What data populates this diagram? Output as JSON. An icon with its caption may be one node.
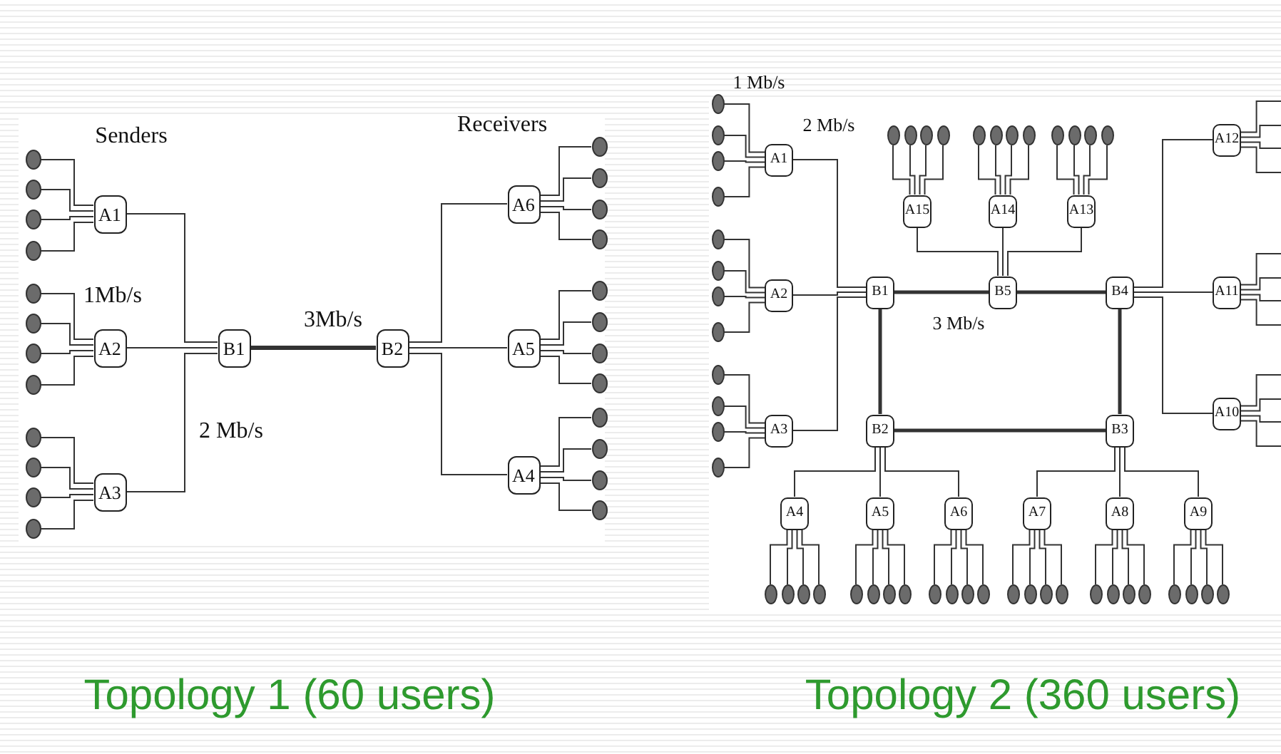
{
  "diagram": {
    "nodes": [
      {
        "text": [
          "A1"
        ]
      },
      {
        "text": [
          "A2"
        ]
      },
      {
        "text": [
          "A3"
        ]
      },
      {
        "text": [
          "B1"
        ]
      },
      {
        "text": [
          "B2"
        ]
      },
      {
        "text": [
          "A6"
        ]
      },
      {
        "text": [
          "A5"
        ]
      },
      {
        "text": [
          "A4"
        ]
      },
      {
        "text": [],
        "shape": "circle"
      },
      {
        "text": [],
        "shape": "circle"
      },
      {
        "text": [],
        "shape": "circle"
      },
      {
        "text": [],
        "shape": "circle"
      },
      {
        "text": [],
        "shape": "circle"
      },
      {
        "text": [],
        "shape": "circle"
      },
      {
        "text": [],
        "shape": "circle"
      },
      {
        "text": [],
        "shape": "circle"
      },
      {
        "text": [],
        "shape": "circle"
      },
      {
        "text": [],
        "shape": "circle"
      },
      {
        "text": [],
        "shape": "circle"
      },
      {
        "text": [],
        "shape": "circle"
      },
      {
        "text": [],
        "shape": "circle"
      },
      {
        "text": [],
        "shape": "circle"
      },
      {
        "text": [],
        "shape": "circle"
      },
      {
        "text": [],
        "shape": "circle"
      },
      {
        "text": [],
        "shape": "circle"
      },
      {
        "text": [],
        "shape": "circle"
      },
      {
        "text": [],
        "shape": "circle"
      },
      {
        "text": [],
        "shape": "circle"
      },
      {
        "text": [],
        "shape": "circle"
      },
      {
        "text": [],
        "shape": "circle"
      },
      {
        "text": [],
        "shape": "circle"
      },
      {
        "text": [],
        "shape": "circle"
      },
      {
        "text": [
          "A1"
        ]
      },
      {
        "text": [
          "A2"
        ]
      },
      {
        "text": [
          "A3"
        ]
      },
      {
        "text": [
          "B1"
        ]
      },
      {
        "text": [
          "B5"
        ]
      },
      {
        "text": [
          "B4"
        ]
      },
      {
        "text": [
          "A15"
        ]
      },
      {
        "text": [
          "A14"
        ]
      },
      {
        "text": [
          "A13"
        ]
      },
      {
        "text": [
          "A12"
        ]
      },
      {
        "text": [
          "A11"
        ]
      },
      {
        "text": [
          "A10"
        ]
      },
      {
        "text": [
          "B2"
        ]
      },
      {
        "text": [
          "B3"
        ]
      },
      {
        "text": [
          "A4"
        ]
      },
      {
        "text": [
          "A5"
        ]
      },
      {
        "text": [
          "A6"
        ]
      },
      {
        "text": [
          "A7"
        ]
      },
      {
        "text": [
          "A8"
        ]
      },
      {
        "text": [
          "A9"
        ]
      },
      {
        "text": [],
        "shape": "circle"
      },
      {
        "text": [],
        "shape": "circle"
      },
      {
        "text": [],
        "shape": "circle"
      },
      {
        "text": [],
        "shape": "circle"
      },
      {
        "text": [],
        "shape": "circle"
      },
      {
        "text": [],
        "shape": "circle"
      },
      {
        "text": [],
        "shape": "circle"
      },
      {
        "text": [],
        "shape": "circle"
      },
      {
        "text": [],
        "shape": "circle"
      },
      {
        "text": [],
        "shape": "circle"
      },
      {
        "text": [],
        "shape": "circle"
      },
      {
        "text": [],
        "shape": "circle"
      },
      {
        "text": [],
        "shape": "circle"
      },
      {
        "text": [],
        "shape": "circle"
      },
      {
        "text": [],
        "shape": "circle"
      },
      {
        "text": [],
        "shape": "circle"
      },
      {
        "text": [],
        "shape": "circle"
      },
      {
        "text": [],
        "shape": "circle"
      },
      {
        "text": [],
        "shape": "circle"
      },
      {
        "text": [],
        "shape": "circle"
      },
      {
        "text": [],
        "shape": "circle"
      },
      {
        "text": [],
        "shape": "circle"
      },
      {
        "text": [],
        "shape": "circle"
      },
      {
        "text": [],
        "shape": "circle"
      },
      {
        "text": [],
        "shape": "circle"
      },
      {
        "text": [],
        "shape": "circle"
      },
      {
        "text": [],
        "shape": "circle"
      },
      {
        "text": [],
        "shape": "circle"
      },
      {
        "text": [],
        "shape": "circle"
      },
      {
        "text": [],
        "shape": "circle"
      },
      {
        "text": [],
        "shape": "circle"
      },
      {
        "text": [],
        "shape": "circle"
      },
      {
        "text": [],
        "shape": "circle"
      },
      {
        "text": [],
        "shape": "circle"
      },
      {
        "text": [],
        "shape": "circle"
      },
      {
        "text": [],
        "shape": "circle"
      },
      {
        "text": [],
        "shape": "circle"
      },
      {
        "text": [],
        "shape": "circle"
      },
      {
        "text": [],
        "shape": "circle"
      },
      {
        "text": [],
        "shape": "circle"
      },
      {
        "text": [],
        "shape": "circle"
      },
      {
        "text": [],
        "shape": "circle"
      },
      {
        "text": [],
        "shape": "circle"
      },
      {
        "text": [],
        "shape": "circle"
      },
      {
        "text": [],
        "shape": "circle"
      },
      {
        "text": [],
        "shape": "circle"
      },
      {
        "text": [],
        "shape": "circle"
      },
      {
        "text": [],
        "shape": "circle"
      }
    ],
    "edges": [
      {
        "from": 8,
        "to": 0,
        "arrow": "none"
      },
      {
        "from": 9,
        "to": 0,
        "arrow": "none"
      },
      {
        "from": 10,
        "to": 0,
        "arrow": "none"
      },
      {
        "from": 11,
        "to": 0,
        "arrow": "none"
      },
      {
        "from": 12,
        "to": 1,
        "arrow": "none"
      },
      {
        "from": 13,
        "to": 1,
        "arrow": "none"
      },
      {
        "from": 14,
        "to": 1,
        "arrow": "none"
      },
      {
        "from": 15,
        "to": 1,
        "arrow": "none"
      },
      {
        "from": 16,
        "to": 2,
        "arrow": "none"
      },
      {
        "from": 17,
        "to": 2,
        "arrow": "none"
      },
      {
        "from": 18,
        "to": 2,
        "arrow": "none"
      },
      {
        "from": 19,
        "to": 2,
        "arrow": "none"
      },
      {
        "from": 20,
        "to": 5,
        "arrow": "none"
      },
      {
        "from": 21,
        "to": 5,
        "arrow": "none"
      },
      {
        "from": 22,
        "to": 5,
        "arrow": "none"
      },
      {
        "from": 23,
        "to": 5,
        "arrow": "none"
      },
      {
        "from": 24,
        "to": 6,
        "arrow": "none"
      },
      {
        "from": 25,
        "to": 6,
        "arrow": "none"
      },
      {
        "from": 26,
        "to": 6,
        "arrow": "none"
      },
      {
        "from": 27,
        "to": 6,
        "arrow": "none"
      },
      {
        "from": 28,
        "to": 7,
        "arrow": "none"
      },
      {
        "from": 29,
        "to": 7,
        "arrow": "none"
      },
      {
        "from": 30,
        "to": 7,
        "arrow": "none"
      },
      {
        "from": 31,
        "to": 7,
        "arrow": "none"
      },
      {
        "from": 0,
        "to": 3,
        "arrow": "none"
      },
      {
        "from": 1,
        "to": 3,
        "arrow": "none"
      },
      {
        "from": 2,
        "to": 3,
        "arrow": "none"
      },
      {
        "from": 3,
        "to": 4,
        "arrow": "none",
        "label": "3Mb/s",
        "style": "thick"
      },
      {
        "from": 4,
        "to": 5,
        "arrow": "none"
      },
      {
        "from": 4,
        "to": 6,
        "arrow": "none"
      },
      {
        "from": 4,
        "to": 7,
        "arrow": "none"
      },
      {
        "from": 52,
        "to": 32,
        "arrow": "none"
      },
      {
        "from": 53,
        "to": 32,
        "arrow": "none"
      },
      {
        "from": 54,
        "to": 32,
        "arrow": "none"
      },
      {
        "from": 55,
        "to": 32,
        "arrow": "none"
      },
      {
        "from": 56,
        "to": 33,
        "arrow": "none"
      },
      {
        "from": 57,
        "to": 33,
        "arrow": "none"
      },
      {
        "from": 58,
        "to": 33,
        "arrow": "none"
      },
      {
        "from": 59,
        "to": 33,
        "arrow": "none"
      },
      {
        "from": 60,
        "to": 34,
        "arrow": "none"
      },
      {
        "from": 61,
        "to": 34,
        "arrow": "none"
      },
      {
        "from": 62,
        "to": 34,
        "arrow": "none"
      },
      {
        "from": 63,
        "to": 34,
        "arrow": "none"
      },
      {
        "from": 64,
        "to": 38,
        "arrow": "none"
      },
      {
        "from": 65,
        "to": 38,
        "arrow": "none"
      },
      {
        "from": 66,
        "to": 38,
        "arrow": "none"
      },
      {
        "from": 67,
        "to": 38,
        "arrow": "none"
      },
      {
        "from": 68,
        "to": 39,
        "arrow": "none"
      },
      {
        "from": 69,
        "to": 39,
        "arrow": "none"
      },
      {
        "from": 70,
        "to": 39,
        "arrow": "none"
      },
      {
        "from": 71,
        "to": 39,
        "arrow": "none"
      },
      {
        "from": 72,
        "to": 40,
        "arrow": "none"
      },
      {
        "from": 73,
        "to": 40,
        "arrow": "none"
      },
      {
        "from": 74,
        "to": 40,
        "arrow": "none"
      },
      {
        "from": 75,
        "to": 40,
        "arrow": "none"
      },
      {
        "from": 76,
        "to": 46,
        "arrow": "none"
      },
      {
        "from": 77,
        "to": 46,
        "arrow": "none"
      },
      {
        "from": 78,
        "to": 46,
        "arrow": "none"
      },
      {
        "from": 79,
        "to": 46,
        "arrow": "none"
      },
      {
        "from": 80,
        "to": 47,
        "arrow": "none"
      },
      {
        "from": 81,
        "to": 47,
        "arrow": "none"
      },
      {
        "from": 82,
        "to": 47,
        "arrow": "none"
      },
      {
        "from": 83,
        "to": 47,
        "arrow": "none"
      },
      {
        "from": 84,
        "to": 48,
        "arrow": "none"
      },
      {
        "from": 85,
        "to": 48,
        "arrow": "none"
      },
      {
        "from": 86,
        "to": 48,
        "arrow": "none"
      },
      {
        "from": 87,
        "to": 48,
        "arrow": "none"
      },
      {
        "from": 88,
        "to": 49,
        "arrow": "none"
      },
      {
        "from": 89,
        "to": 49,
        "arrow": "none"
      },
      {
        "from": 90,
        "to": 49,
        "arrow": "none"
      },
      {
        "from": 91,
        "to": 49,
        "arrow": "none"
      },
      {
        "from": 92,
        "to": 50,
        "arrow": "none"
      },
      {
        "from": 93,
        "to": 50,
        "arrow": "none"
      },
      {
        "from": 94,
        "to": 50,
        "arrow": "none"
      },
      {
        "from": 95,
        "to": 50,
        "arrow": "none"
      },
      {
        "from": 96,
        "to": 51,
        "arrow": "none"
      },
      {
        "from": 97,
        "to": 51,
        "arrow": "none"
      },
      {
        "from": 98,
        "to": 51,
        "arrow": "none"
      },
      {
        "from": 99,
        "to": 51,
        "arrow": "none"
      },
      {
        "from": 32,
        "to": 35,
        "arrow": "none"
      },
      {
        "from": 33,
        "to": 35,
        "arrow": "none"
      },
      {
        "from": 34,
        "to": 35,
        "arrow": "none"
      },
      {
        "from": 35,
        "to": 36,
        "arrow": "none",
        "label": "3 Mb/s",
        "style": "thick"
      },
      {
        "from": 36,
        "to": 37,
        "arrow": "none",
        "style": "thick"
      },
      {
        "from": 35,
        "to": 44,
        "arrow": "none",
        "style": "thick"
      },
      {
        "from": 37,
        "to": 45,
        "arrow": "none",
        "style": "thick"
      },
      {
        "from": 44,
        "to": 45,
        "arrow": "none",
        "style": "thick"
      },
      {
        "from": 38,
        "to": 36,
        "arrow": "none"
      },
      {
        "from": 39,
        "to": 36,
        "arrow": "none"
      },
      {
        "from": 40,
        "to": 36,
        "arrow": "none"
      },
      {
        "from": 37,
        "to": 41,
        "arrow": "none"
      },
      {
        "from": 37,
        "to": 42,
        "arrow": "none"
      },
      {
        "from": 37,
        "to": 43,
        "arrow": "none"
      },
      {
        "from": 44,
        "to": 46,
        "arrow": "none"
      },
      {
        "from": 44,
        "to": 47,
        "arrow": "none"
      },
      {
        "from": 44,
        "to": 48,
        "arrow": "none"
      },
      {
        "from": 45,
        "to": 49,
        "arrow": "none"
      },
      {
        "from": 45,
        "to": 50,
        "arrow": "none"
      },
      {
        "from": 45,
        "to": 51,
        "arrow": "none"
      },
      {
        "from": 41,
        "to": null,
        "arrow": "none"
      },
      {
        "from": 41,
        "to": null,
        "arrow": "none"
      },
      {
        "from": 41,
        "to": null,
        "arrow": "none"
      },
      {
        "from": 41,
        "to": null,
        "arrow": "none"
      },
      {
        "from": 42,
        "to": null,
        "arrow": "none"
      },
      {
        "from": 42,
        "to": null,
        "arrow": "none"
      },
      {
        "from": 42,
        "to": null,
        "arrow": "none"
      },
      {
        "from": 42,
        "to": null,
        "arrow": "none"
      },
      {
        "from": 43,
        "to": null,
        "arrow": "none"
      },
      {
        "from": 43,
        "to": null,
        "arrow": "none"
      },
      {
        "from": 43,
        "to": null,
        "arrow": "none"
      },
      {
        "from": 43,
        "to": null,
        "arrow": "none"
      }
    ],
    "labels": [
      "Senders",
      "Receivers",
      "1Mb/s",
      "2 Mb/s",
      "Topology 1 (60 users)",
      "1 Mb/s",
      "2 Mb/s",
      "Topology 2 (360 users)"
    ]
  }
}
